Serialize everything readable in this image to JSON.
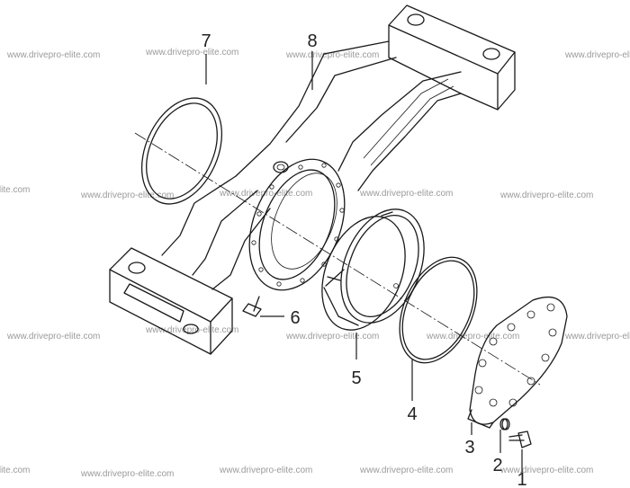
{
  "callouts": [
    {
      "id": "1",
      "text": "1"
    },
    {
      "id": "2",
      "text": "2"
    },
    {
      "id": "3",
      "text": "3"
    },
    {
      "id": "4",
      "text": "4"
    },
    {
      "id": "5",
      "text": "5"
    },
    {
      "id": "6",
      "text": "6"
    },
    {
      "id": "7",
      "text": "7"
    },
    {
      "id": "8",
      "text": "8"
    }
  ],
  "watermark": "www.drivepro-elite.com"
}
